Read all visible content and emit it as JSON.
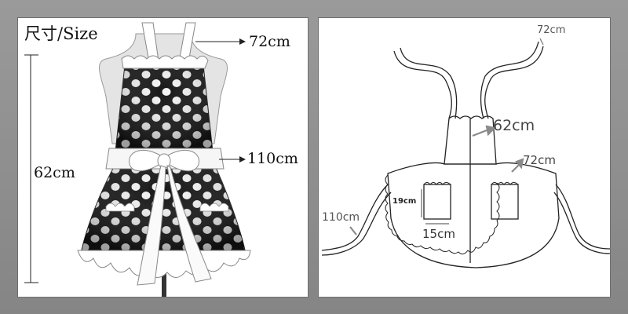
{
  "left": {
    "size_label": "尺寸/Size",
    "strap_measure": "72cm",
    "length_measure": "62cm",
    "waist_measure": "110cm"
  },
  "right": {
    "strap_measure": "72cm",
    "bib_height": "62cm",
    "skirt_width": "72cm",
    "waist_tie": "110cm",
    "pocket_height": "19cm",
    "pocket_width": "15cm"
  }
}
